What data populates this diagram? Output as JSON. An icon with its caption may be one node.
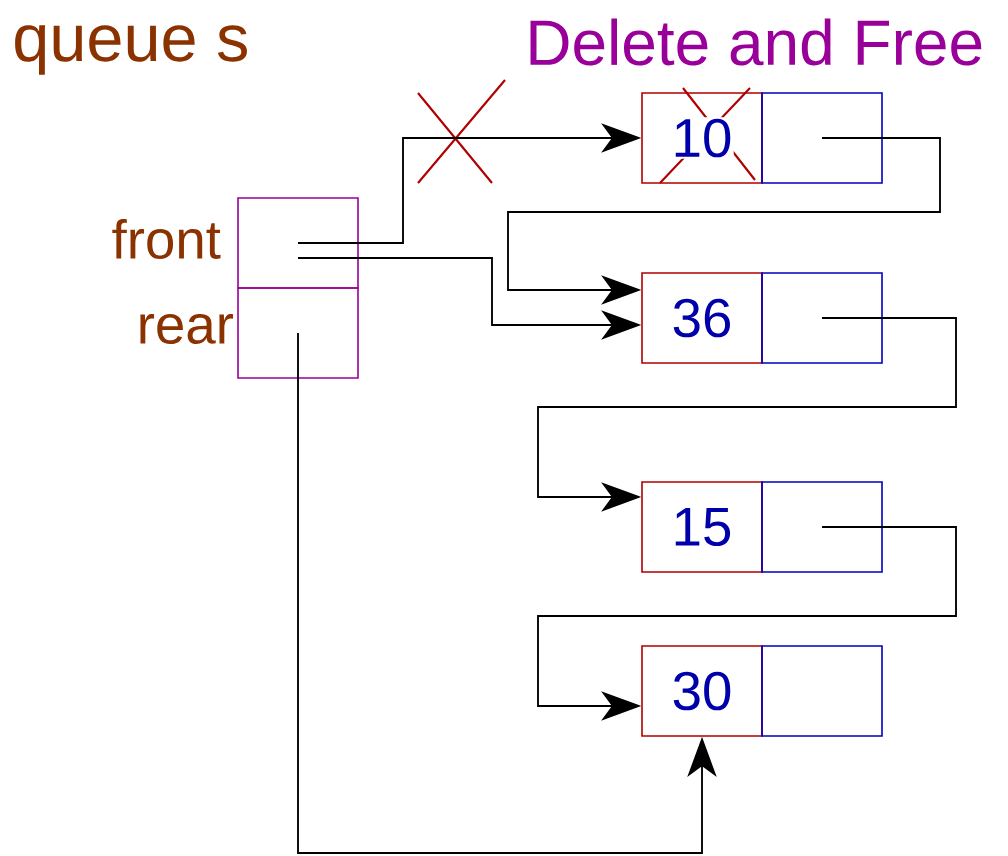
{
  "diagram": {
    "title": "queue  s",
    "nodes": [
      {
        "text": [
          "front"
        ]
      },
      {
        "text": [
          "rear"
        ]
      },
      {
        "text": [
          "10"
        ]
      },
      {
        "text": [
          "36"
        ]
      },
      {
        "text": [
          "15"
        ]
      },
      {
        "text": [
          "30"
        ]
      },
      {
        "text": [],
        "shape": "box"
      },
      {
        "text": [],
        "shape": "box"
      },
      {
        "text": [],
        "shape": "box"
      },
      {
        "text": [],
        "shape": "box"
      }
    ],
    "edges": [
      {
        "from": 0,
        "to": 2,
        "arrow": "to"
      },
      {
        "from": 0,
        "to": 3,
        "arrow": "to"
      },
      {
        "from": 6,
        "to": 3,
        "arrow": "to"
      },
      {
        "from": 7,
        "to": 4,
        "arrow": "to"
      },
      {
        "from": 8,
        "to": 5,
        "arrow": "to"
      },
      {
        "from": 1,
        "to": 5,
        "arrow": "to"
      }
    ],
    "labels": [
      "Delete and Free"
    ]
  }
}
